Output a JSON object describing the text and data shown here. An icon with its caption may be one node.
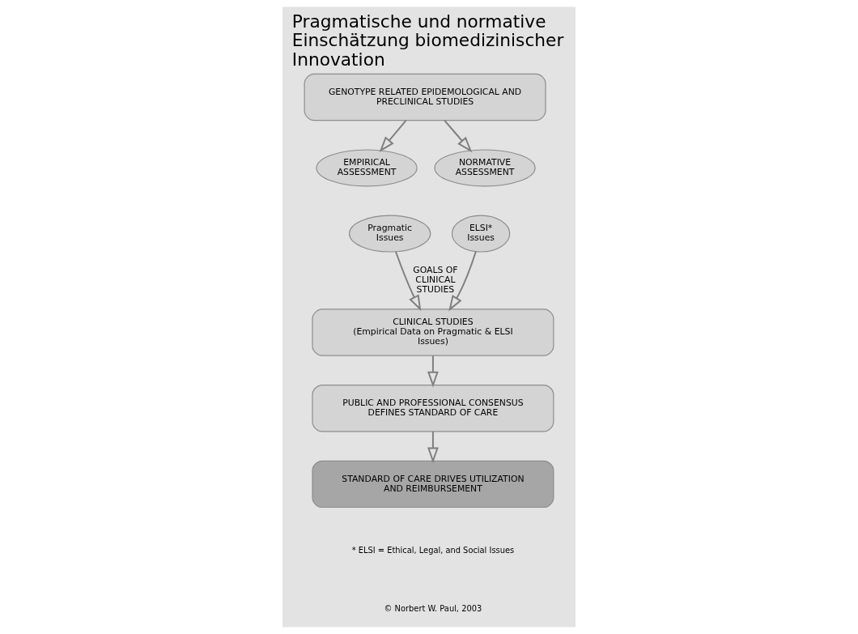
{
  "diagram": {
    "title": "Pragmatische und normative Einschätzung biomedizinischer Innovation",
    "nodes": [
      {
        "text": [
          "GENOTYPE RELATED EPIDEMOLOGICAL AND PRECLINICAL STUDIES"
        ]
      },
      {
        "text": [
          "EMPIRICAL ASSESSMENT"
        ]
      },
      {
        "text": [
          "NORMATIVE ASSESSMENT"
        ]
      },
      {
        "text": [
          "Pragmatic Issues"
        ]
      },
      {
        "text": [
          "ELSI* Issues"
        ]
      },
      {
        "text": [
          "CLINICAL STUDIES",
          "(Empirical Data on Pragmatic & ELSI Issues)"
        ]
      },
      {
        "text": [
          "PUBLIC AND PROFESSIONAL CONSENSUS DEFINES STANDARD OF CARE"
        ]
      },
      {
        "text": [
          "STANDARD OF CARE DRIVES UTILIZATION AND REIMBURSEMENT"
        ]
      }
    ],
    "edges": [
      {
        "from": 0,
        "to": 1,
        "arrow": "to"
      },
      {
        "from": 0,
        "to": 2,
        "arrow": "to"
      },
      {
        "from": 3,
        "to": 5,
        "arrow": "to",
        "label": "GOALS OF CLINICAL STUDIES"
      },
      {
        "from": 4,
        "to": 5,
        "arrow": "to"
      },
      {
        "from": 5,
        "to": 6,
        "arrow": "to"
      },
      {
        "from": 6,
        "to": 7,
        "arrow": "to"
      }
    ],
    "labels": [
      "* ELSI = Ethical, Legal, and Social Issues",
      "© Norbert W. Paul, 2003"
    ]
  }
}
